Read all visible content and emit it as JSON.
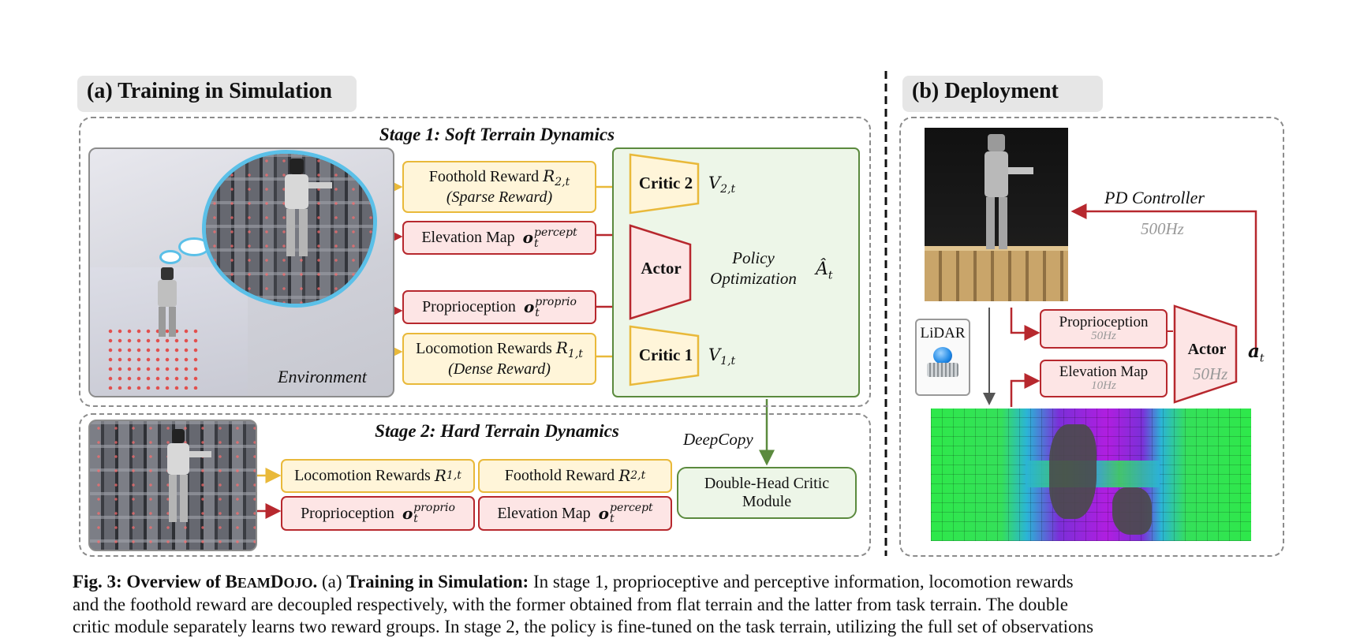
{
  "panel_a": {
    "label": "(a) Training in Simulation",
    "stage1": {
      "title": "Stage 1: Soft Terrain Dynamics",
      "environment_label": "Environment",
      "foothold_reward": {
        "line1": "Foothold Reward",
        "symbol": "R",
        "sub": "2,t",
        "line2": "(Sparse Reward)"
      },
      "elevation_map": {
        "label": "Elevation Map",
        "symbol": "o",
        "sub": "t",
        "sup": "percept"
      },
      "proprioception": {
        "label": "Proprioception",
        "symbol": "o",
        "sub": "t",
        "sup": "proprio"
      },
      "locomotion_rewards": {
        "line1": "Locomotion Rewards",
        "symbol": "R",
        "sub": "1,t",
        "line2": "(Dense Reward)"
      },
      "critic2": "Critic 2",
      "critic1": "Critic 1",
      "actor": "Actor",
      "v2": {
        "symbol": "V",
        "sub": "2,t"
      },
      "v1": {
        "symbol": "V",
        "sub": "1,t"
      },
      "advantage": {
        "symbol": "Â",
        "sub": "t"
      },
      "policy_opt_line1": "Policy",
      "policy_opt_line2": "Optimization"
    },
    "stage2": {
      "title": "Stage 2: Hard Terrain Dynamics",
      "deepcopy": "DeepCopy",
      "locomotion_rewards": {
        "label": "Locomotion Rewards",
        "symbol": "R",
        "sub": "1,t"
      },
      "foothold_reward": {
        "label": "Foothold Reward",
        "symbol": "R",
        "sub": "2,t"
      },
      "proprioception": {
        "label": "Proprioception",
        "symbol": "o",
        "sub": "t",
        "sup": "proprio"
      },
      "elevation_map": {
        "label": "Elevation Map",
        "symbol": "o",
        "sub": "t",
        "sup": "percept"
      },
      "critic_module_line1": "Double-Head Critic",
      "critic_module_line2": "Module"
    }
  },
  "panel_b": {
    "label": "(b) Deployment",
    "pd_controller": "PD Controller",
    "pd_rate": "500Hz",
    "lidar": "LiDAR",
    "proprioception": "Proprioception",
    "proprioception_rate": "50Hz",
    "elevation_map": "Elevation Map",
    "elevation_rate": "10Hz",
    "actor": "Actor",
    "actor_rate": "50Hz",
    "action": {
      "symbol": "a",
      "sub": "t"
    }
  },
  "caption": {
    "fig": "Fig. 3: Overview of ",
    "name_first": "B",
    "name_rest1": "EAM",
    "name_mid": "D",
    "name_rest2": "OJO",
    "period": ".",
    "part_a": " (a) ",
    "bold_a": "Training in Simulation:",
    "line1": " In stage 1, proprioceptive and perceptive information, locomotion rewards",
    "line2": "and the foothold reward are decoupled respectively, with the former obtained from flat terrain and the latter from task terrain. The double",
    "line3": "critic module separately learns two reward groups. In stage 2, the policy is fine-tuned on the task terrain, utilizing the full set of observations"
  },
  "colors": {
    "yellow": "#e9b93a",
    "red": "#b7282e",
    "green": "#5b8a3e",
    "lidar_blue": "#1e88e5"
  }
}
